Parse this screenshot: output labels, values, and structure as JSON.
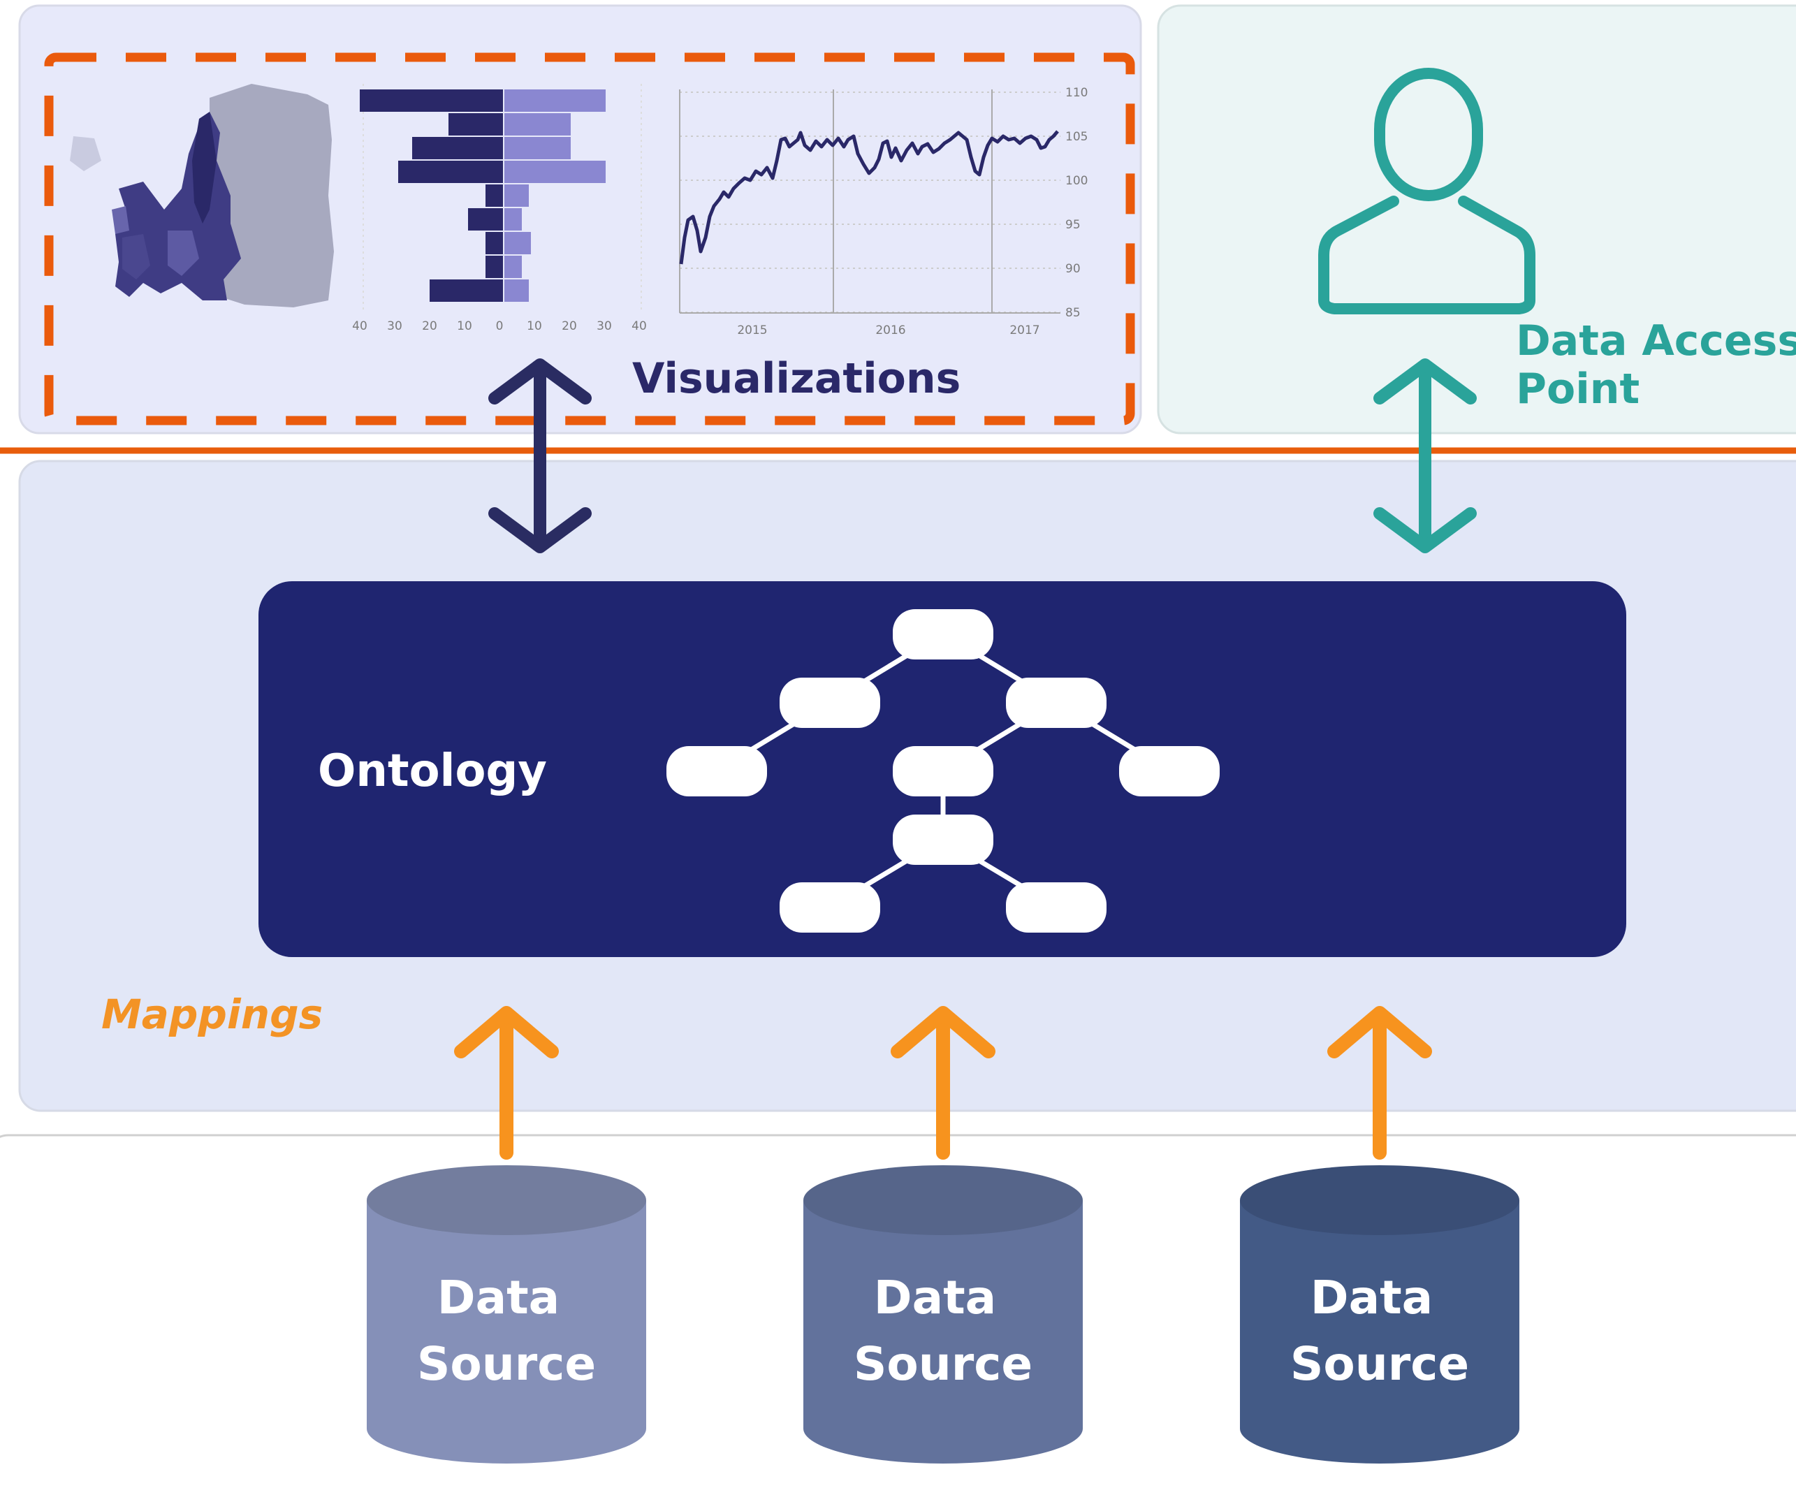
{
  "visualizations": {
    "label": "Visualizations",
    "bar_chart": {
      "x_ticks": [
        "40",
        "30",
        "20",
        "10",
        "0",
        "10",
        "20",
        "30",
        "40"
      ]
    },
    "line_chart": {
      "x_ticks": [
        "2015",
        "2016",
        "2017"
      ],
      "y_ticks": [
        "110",
        "105",
        "100",
        "95",
        "90",
        "85"
      ]
    }
  },
  "data_access_point": {
    "line1": "Data Access",
    "line2": "Point"
  },
  "ontology": {
    "label": "Ontology"
  },
  "mappings": {
    "label": "Mappings"
  },
  "data_sources": [
    {
      "line1": "Data",
      "line2": "Source",
      "color": "#8590b8",
      "top_color": "#737d9e"
    },
    {
      "line1": "Data",
      "line2": "Source",
      "color": "#62729c",
      "top_color": "#56658a"
    },
    {
      "line1": "Data",
      "line2": "Source",
      "color": "#435a86",
      "top_color": "#3a4e76"
    }
  ],
  "colors": {
    "navy": "#1f2570",
    "dark_arrow": "#2a2c62",
    "teal": "#2aa39a",
    "orange_dash": "#ea5a0c",
    "orange_arrow": "#f7931e",
    "mappings_text": "#f39325"
  }
}
